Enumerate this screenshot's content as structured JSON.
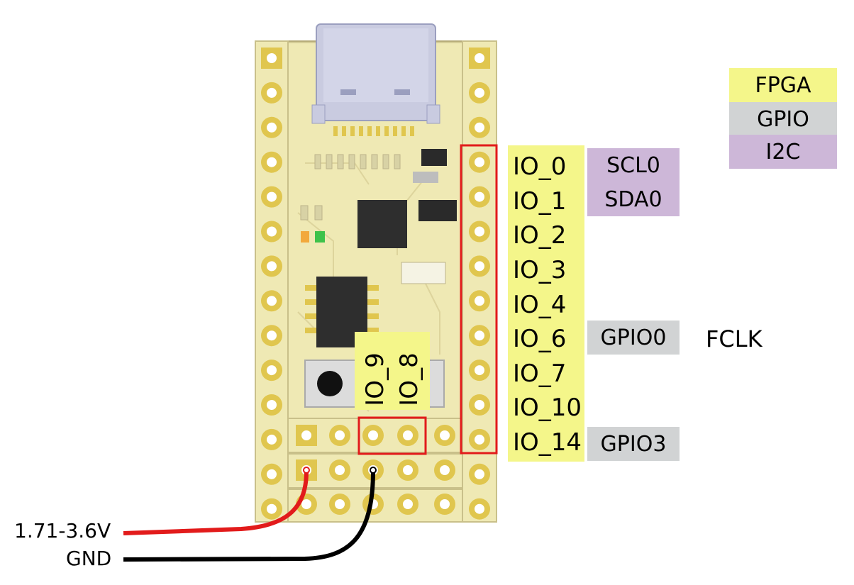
{
  "legend": {
    "fpga": "FPGA",
    "gpio": "GPIO",
    "i2c": "I2C"
  },
  "pins": [
    "IO_0",
    "IO_1",
    "IO_2",
    "IO_3",
    "IO_4",
    "IO_6",
    "IO_7",
    "IO_10",
    "IO_14"
  ],
  "functions": {
    "scl0": "SCL0",
    "sda0": "SDA0",
    "gpio0": "GPIO0",
    "gpio3": "GPIO3",
    "fclk": "FCLK"
  },
  "bottom_pins": {
    "io9": "IO_9",
    "io8": "IO_8"
  },
  "power": {
    "vcc": "1.71-3.6V",
    "gnd": "GND"
  },
  "colors": {
    "fpga": "#f4f68a",
    "gpio": "#d1d3d4",
    "i2c": "#cdb7d8",
    "highlight": "#e21b1b",
    "vcc_wire": "#e21b1b",
    "gnd_wire": "#000000",
    "board": "#efe9b4",
    "pad": "#e0c64e"
  }
}
